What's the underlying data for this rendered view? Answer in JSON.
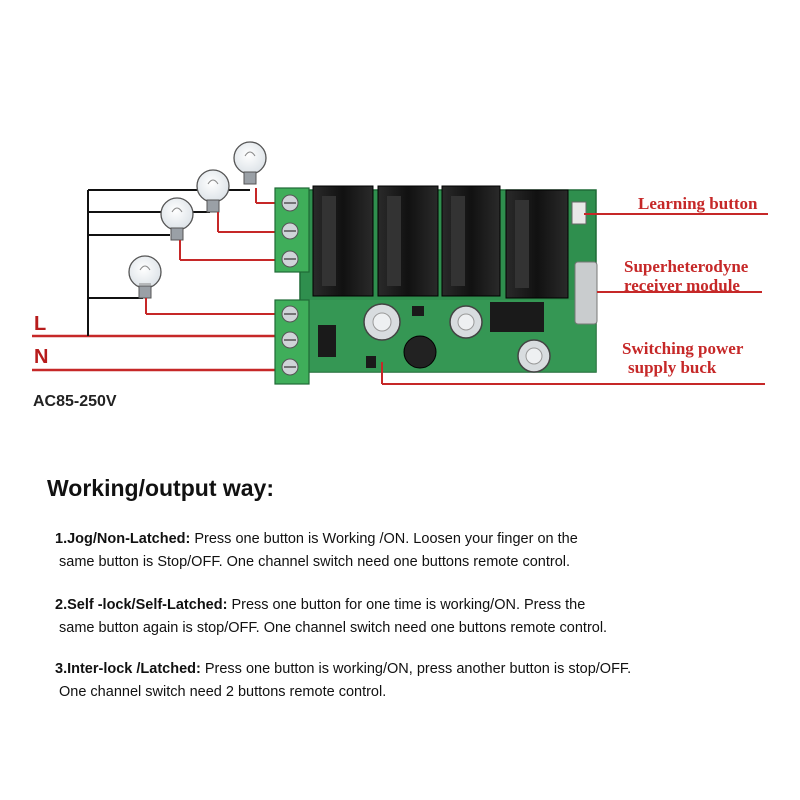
{
  "diagram": {
    "wire_labels": {
      "live": "L",
      "neutral": "N"
    },
    "voltage": "AC85-250V",
    "callouts": {
      "learning": [
        "Learning button"
      ],
      "receiver": [
        "Superheterodyne",
        "receiver module"
      ],
      "power": [
        "Switching power",
        "supply buck"
      ]
    },
    "colors": {
      "accent": "#c62828",
      "pcb": "#2f8f4e",
      "relay": "#1a1a1a",
      "terminal": "#3fae5a"
    },
    "lamp_count": 4,
    "relay_count": 4
  },
  "section": {
    "title": "Working/output way:",
    "modes": [
      {
        "name": "1.Jog/Non-Latched:",
        "line1": " Press one button is Working /ON.  Loosen your finger on the",
        "line2": "same button is Stop/OFF.  One channel switch need one buttons remote control."
      },
      {
        "name": "2.Self -lock/Self-Latched:",
        "line1": " Press one button for one time is working/ON.  Press the",
        "line2": "same button again is stop/OFF.  One channel switch need one buttons remote control."
      },
      {
        "name": "3.Inter-lock /Latched:",
        "line1": " Press one button is working/ON, press another button is stop/OFF.",
        "line2": "One channel switch need 2 buttons remote control."
      }
    ]
  }
}
